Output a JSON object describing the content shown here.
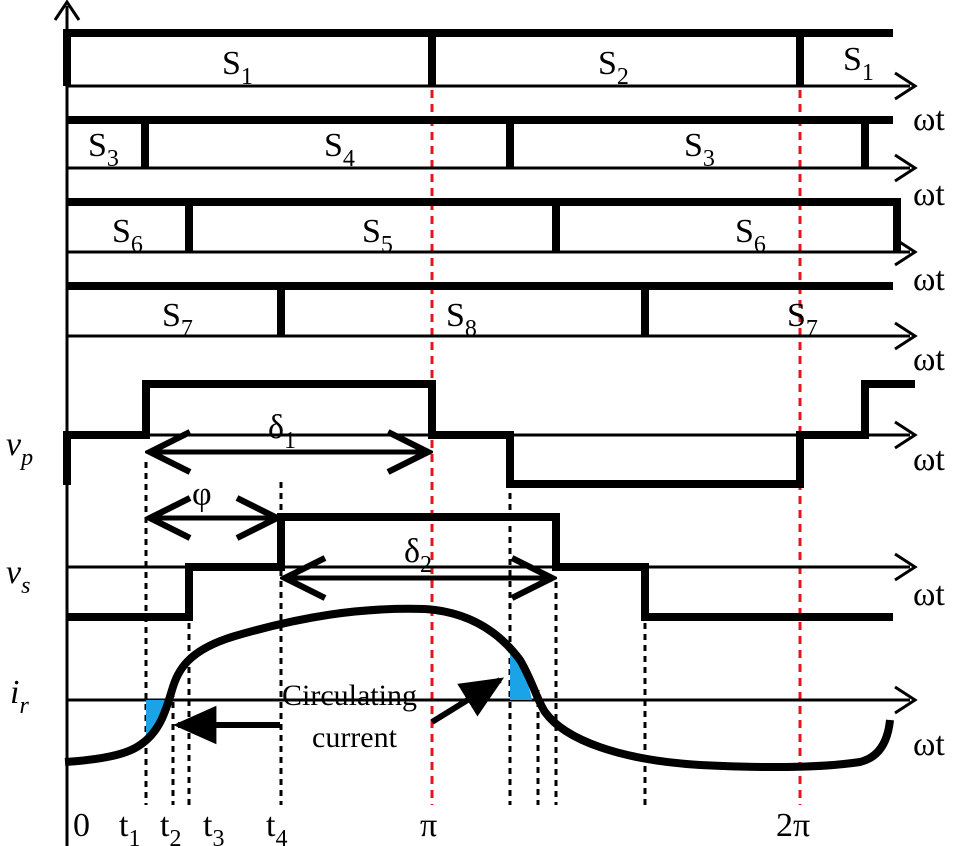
{
  "switch_rows": [
    {
      "labels": [
        {
          "base": "S",
          "sub": "1"
        },
        {
          "base": "S",
          "sub": "2"
        },
        {
          "base": "S",
          "sub": "1"
        }
      ]
    },
    {
      "labels": [
        {
          "base": "S",
          "sub": "3"
        },
        {
          "base": "S",
          "sub": "4"
        },
        {
          "base": "S",
          "sub": "3"
        }
      ]
    },
    {
      "labels": [
        {
          "base": "S",
          "sub": "6"
        },
        {
          "base": "S",
          "sub": "5"
        },
        {
          "base": "S",
          "sub": "6"
        }
      ]
    },
    {
      "labels": [
        {
          "base": "S",
          "sub": "7"
        },
        {
          "base": "S",
          "sub": "8"
        },
        {
          "base": "S",
          "sub": "7"
        }
      ]
    }
  ],
  "axis_label": "ωt",
  "waveforms": {
    "vp": {
      "base": "v",
      "sub": "p"
    },
    "vs": {
      "base": "v",
      "sub": "s"
    },
    "ir": {
      "base": "i",
      "sub": "r"
    }
  },
  "annotations": {
    "delta1": {
      "base": "δ",
      "sub": "1"
    },
    "delta2": {
      "base": "δ",
      "sub": "2"
    },
    "phi": "φ",
    "circ_line1": "Circulating",
    "circ_line2": "current"
  },
  "time_ticks": [
    {
      "base": "0",
      "sub": ""
    },
    {
      "base": "t",
      "sub": "1"
    },
    {
      "base": "t",
      "sub": "2"
    },
    {
      "base": "t",
      "sub": "3"
    },
    {
      "base": "t",
      "sub": "4"
    },
    {
      "base": "π",
      "sub": ""
    },
    {
      "base": "2π",
      "sub": ""
    }
  ],
  "colors": {
    "wave": "#000000",
    "marker_pi": "#e8141b",
    "circulating_shade": "#1aa3e6"
  }
}
